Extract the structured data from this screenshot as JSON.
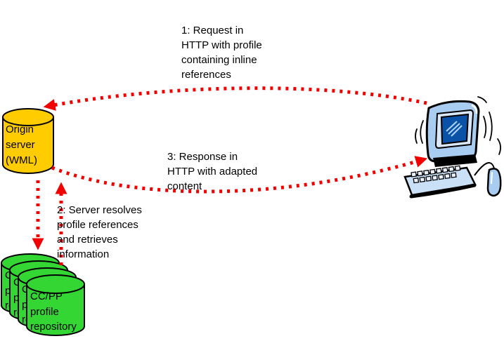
{
  "labels": {
    "request": "1: Request in\nHTTP with profile\ncontaining inline\nreferences",
    "response": "3: Response in\nHTTP with adapted\ncontent",
    "resolve": "2: Server resolves\nprofile references\nand retrieves\ninformation"
  },
  "origin_server": {
    "label": "Origin\nserver\n(WML)"
  },
  "repository": {
    "label": "CC/PP\nprofile\nrepository",
    "cylinder_count": 4
  },
  "client": {
    "icon": "desktop-computer"
  },
  "colors": {
    "server_fill": "#FFCC00",
    "repository_fill": "#33D633",
    "arrow_red": "#F20000",
    "outline": "#000000",
    "computer_body": "#A9CDF0",
    "computer_screen": "#0A52A8"
  }
}
